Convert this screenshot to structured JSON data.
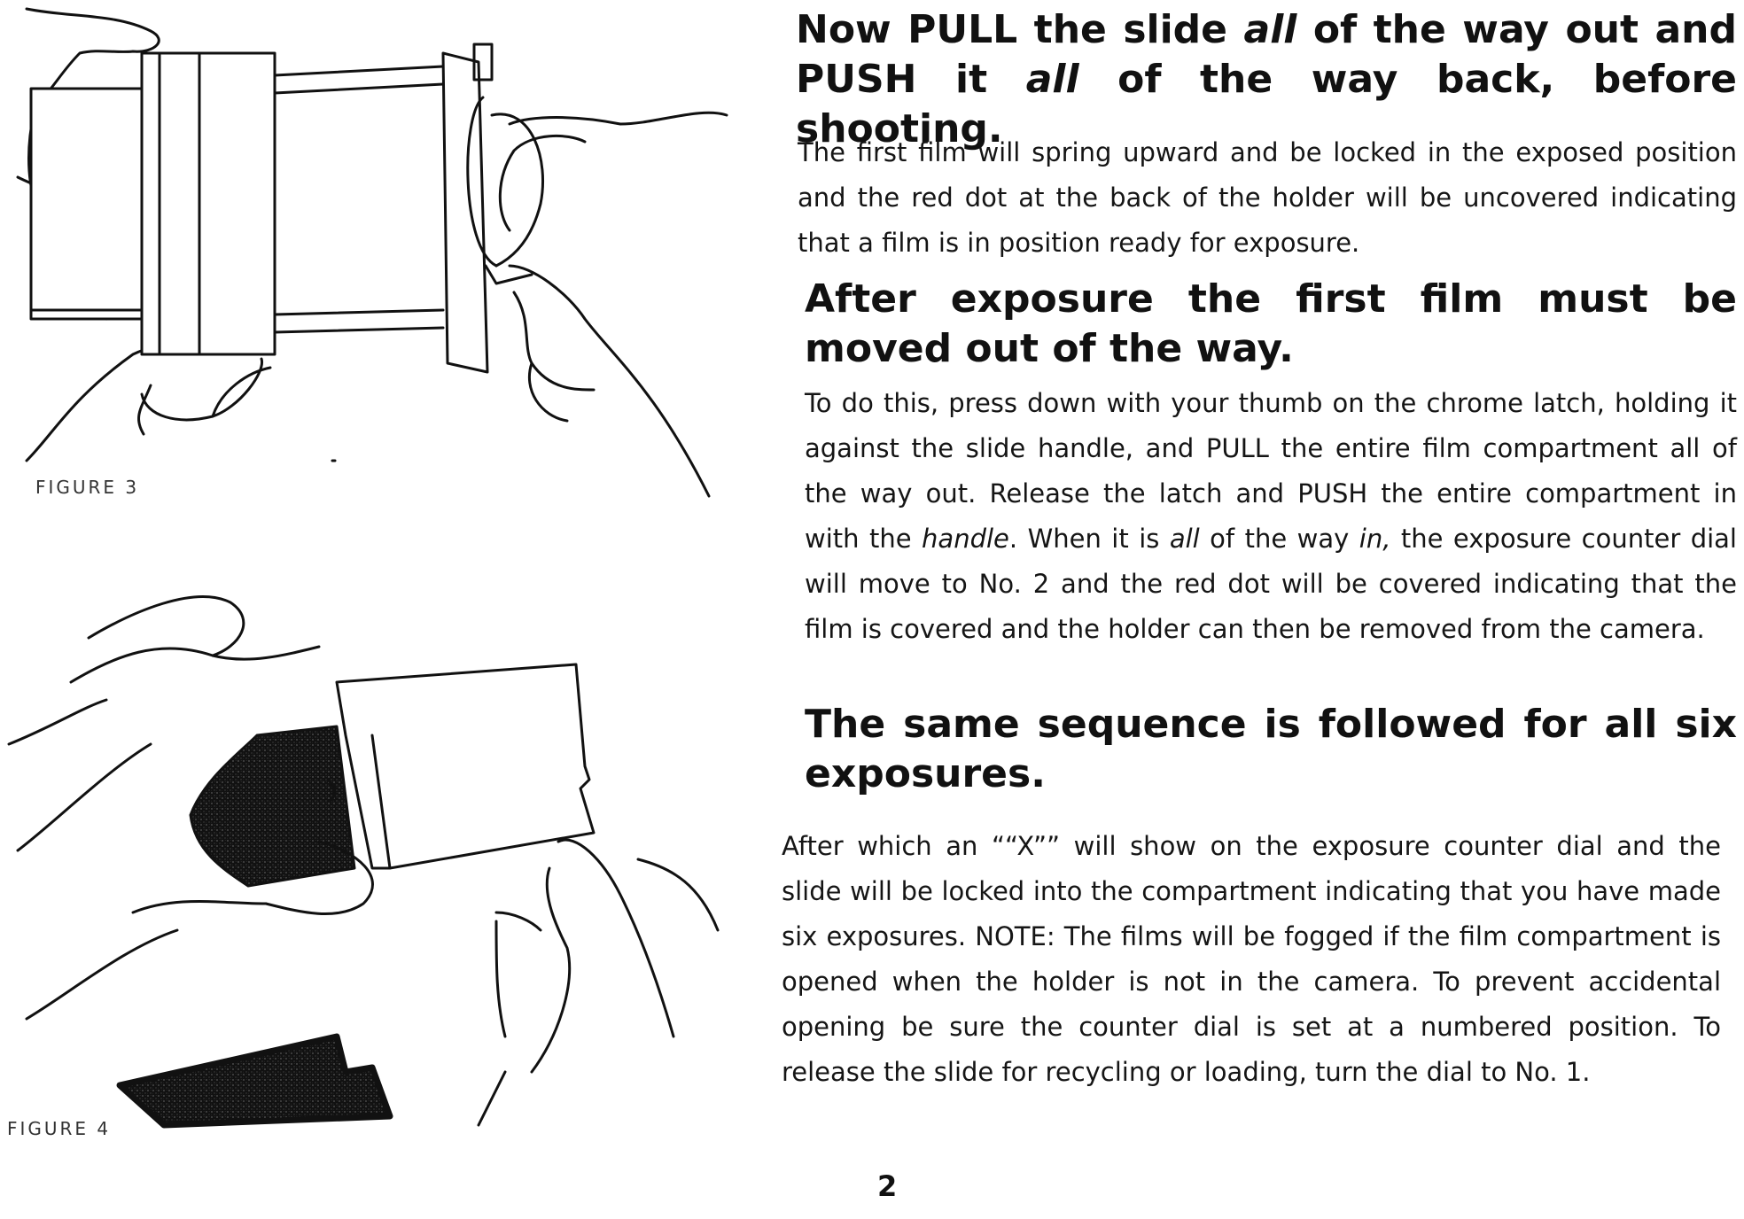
{
  "figures": {
    "figure3_caption": "FIGURE 3",
    "figure4_caption": "FIGURE 4"
  },
  "sections": {
    "h1_pre": "Now PULL the slide ",
    "h1_em1": "all",
    "h1_mid": " of the way out and PUSH it ",
    "h1_em2": "all",
    "h1_post": " of the way back, before shooting.",
    "p1": "The first film will spring upward and be locked in the exposed position and the red dot at the back of the holder will be uncovered indicating that a film is in position ready for exposure.",
    "h2": "After exposure the first film must be moved out of the way.",
    "p2_a": "To do this, press down with your thumb on the chrome latch, holding it against the slide handle, and PULL the entire film compartment all of the way out. Release the latch and PUSH the entire compartment in with the ",
    "p2_em1": "handle",
    "p2_b": ". When it is ",
    "p2_em2": "all",
    "p2_c": " of the way ",
    "p2_em3": "in,",
    "p2_d": " the exposure counter dial will move to No. 2 and the red dot will be covered indicating that the film is covered and the holder can then be removed from the camera.",
    "h3": "The same sequence is followed for all six exposures.",
    "p3": "After which an ““X”” will show on the exposure counter dial and the slide will be locked into the compartment indicating that you have made six exposures. NOTE: The films will be fogged if the film compartment is opened when the holder is not in the camera. To prevent accidental opening be sure the counter dial is set at a numbered position. To release the slide for recycling or loading, turn the dial to No. 1."
  },
  "page_number": "2"
}
